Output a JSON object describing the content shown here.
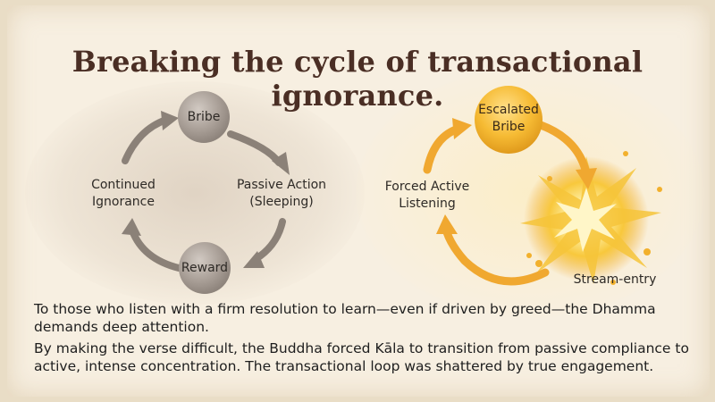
{
  "title": "Breaking the cycle of transactional ignorance.",
  "left_cycle": {
    "bribe": "Bribe",
    "passive_action": "Passive Action\n(Sleeping)",
    "reward": "Reward",
    "continued_ignorance": "Continued\nIgnorance"
  },
  "right_cycle": {
    "escalated_bribe": "Escalated\nBribe",
    "forced_active_listening": "Forced Active\nListening",
    "stream_entry": "Stream-entry"
  },
  "paragraphs": [
    "To those who listen with a firm resolution to learn—even if driven by greed—the Dhamma demands deep attention.",
    "By making the verse difficult, the Buddha forced Kāla to transition from passive compliance to active, intense concentration. The transactional loop was shattered by true engagement."
  ],
  "colors": {
    "title": "#4a2e24",
    "grey_node": "#a59a92",
    "gold_node": "#f2b42c",
    "gold_arrow": "#f0a830",
    "burst": "#f6c43a"
  }
}
